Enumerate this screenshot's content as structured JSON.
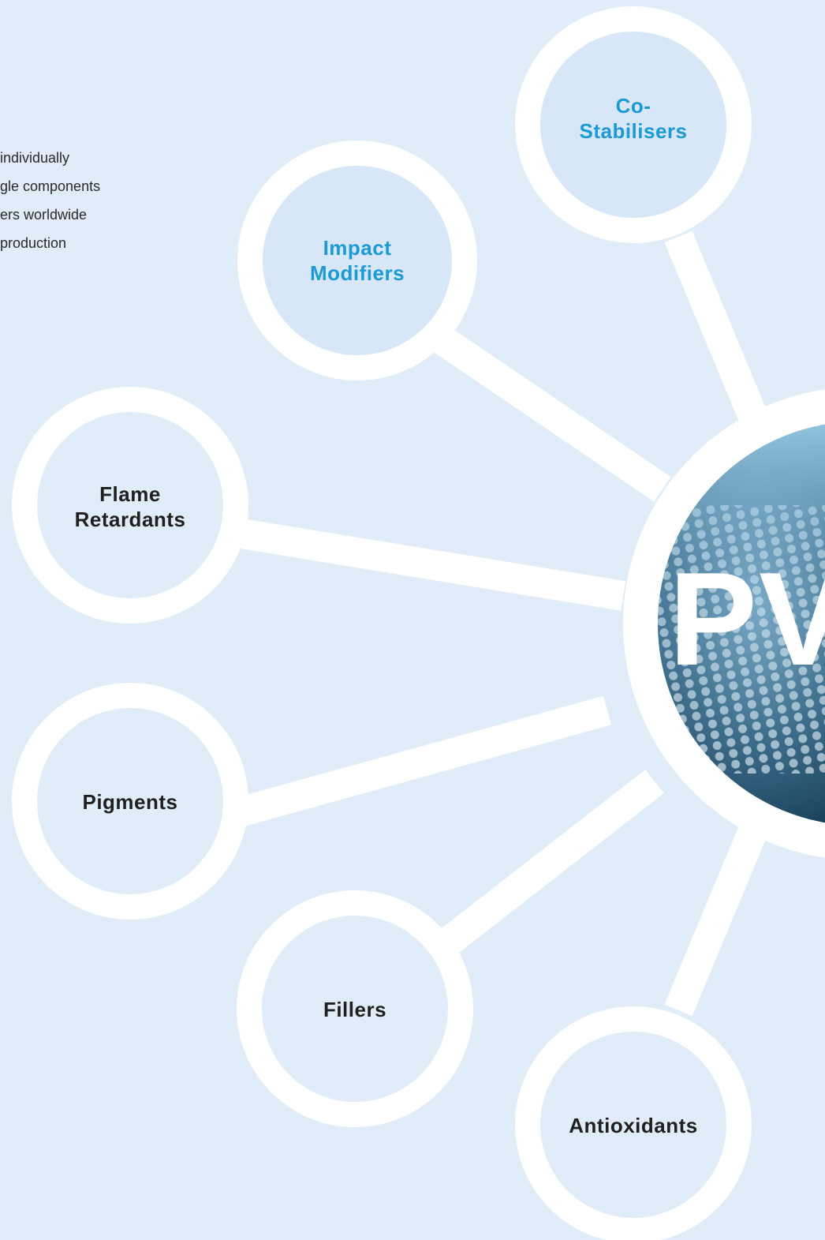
{
  "intro": {
    "lines": [
      "individually",
      "gle components",
      "ers worldwide",
      "production"
    ]
  },
  "hub": {
    "label": "PV"
  },
  "nodes": [
    {
      "id": "co-stabilisers",
      "label": "Co-\nStabilisers",
      "color": "#1b9ad6"
    },
    {
      "id": "impact-modifiers",
      "label": "Impact\nModifiers",
      "color": "#1b9ad6"
    },
    {
      "id": "flame-retardants",
      "label": "Flame\nRetardants",
      "color": "#1f1f1f"
    },
    {
      "id": "pigments",
      "label": "Pigments",
      "color": "#1f1f1f"
    },
    {
      "id": "fillers",
      "label": "Fillers",
      "color": "#1f1f1f"
    },
    {
      "id": "antioxidants",
      "label": "Antioxidants",
      "color": "#1f1f1f"
    }
  ],
  "colors": {
    "background": "#e0edf8",
    "ring": "#ffffff",
    "node_fill_default": "#e0edf8",
    "node_fill_highlight": "#d7e7f7",
    "accent": "#1b9ad6",
    "dark_text": "#1f1f1f"
  }
}
